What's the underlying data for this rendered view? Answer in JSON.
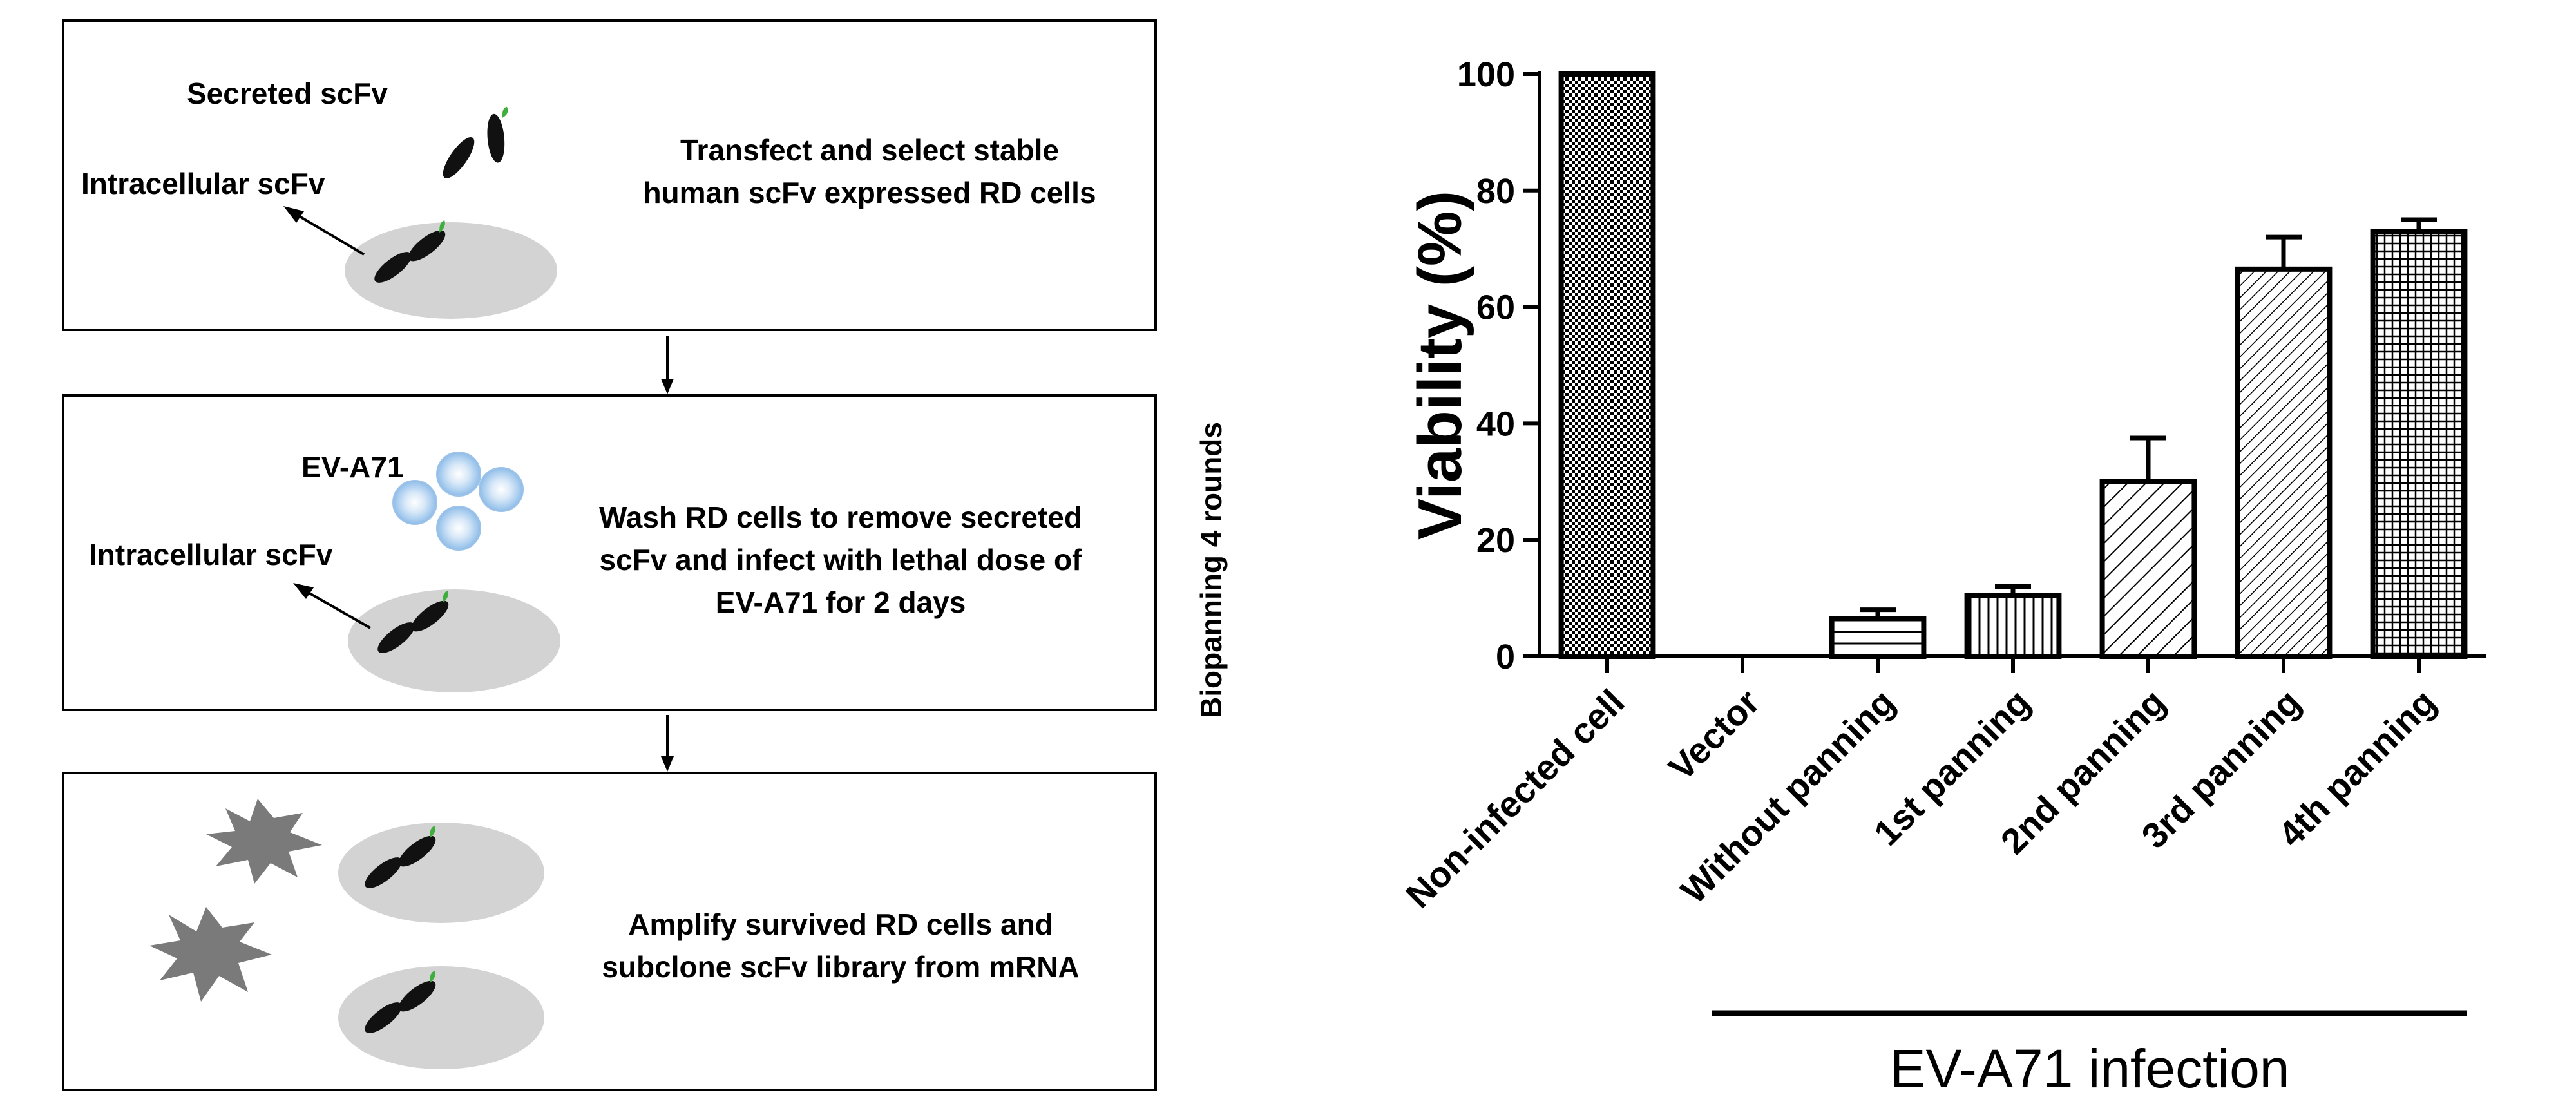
{
  "workflow": {
    "step1": {
      "secreted_label": "Secreted scFv",
      "intracellular_label": "Intracellular scFv",
      "description": [
        "Transfect and select stable",
        "human scFv expressed RD cells"
      ]
    },
    "step2": {
      "virus_label": "EV-A71",
      "intracellular_label": "Intracellular scFv",
      "description": [
        "Wash RD cells to remove secreted",
        "scFv and infect with lethal dose of",
        "EV-A71  for 2 days"
      ]
    },
    "step3": {
      "description": [
        "Amplify survived RD cells and",
        "subclone scFv library from mRNA"
      ]
    },
    "cycle_label": "Biopanning 4 rounds"
  },
  "chart_data": {
    "type": "bar",
    "ylabel": "Viability (%)",
    "ylim": [
      0,
      100
    ],
    "yticks": [
      0,
      20,
      40,
      60,
      80,
      100
    ],
    "categories": [
      "Non-infected cell",
      "Vector",
      "Without panning",
      "1st panning",
      "2nd panning",
      "3rd panning",
      "4th panning"
    ],
    "values": [
      100,
      0,
      6.5,
      10.5,
      30,
      66.5,
      73
    ],
    "errors": [
      0,
      0,
      1.5,
      1.5,
      7.5,
      5.5,
      2
    ],
    "patterns": [
      "checker",
      "none",
      "hlines",
      "vlines",
      "diag-wide",
      "diag-dense",
      "grid"
    ],
    "group_label": "EV-A71 infection",
    "grid": false,
    "legend": "none"
  }
}
